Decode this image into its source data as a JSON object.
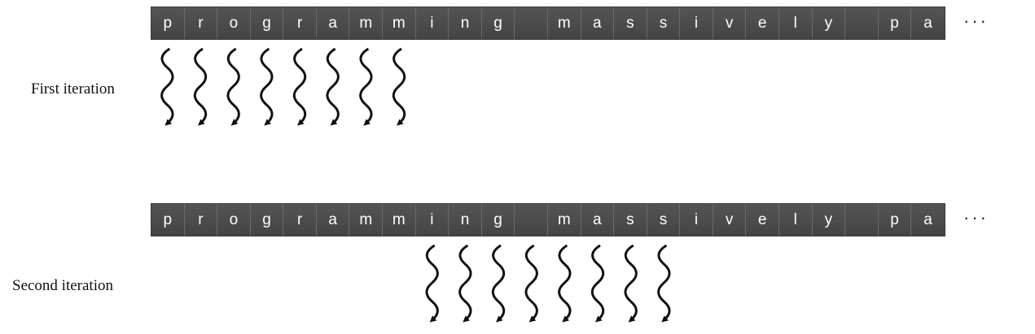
{
  "first_iteration": {
    "label": "First iteration",
    "cells": [
      "p",
      "r",
      "o",
      "g",
      "r",
      "a",
      "m",
      "m",
      "i",
      "n",
      "g",
      "",
      "m",
      "a",
      "s",
      "s",
      "i",
      "v",
      "e",
      "l",
      "y",
      "",
      "p",
      "a"
    ],
    "continuation": "···",
    "thread_count": 8,
    "thread_start_cell": 0
  },
  "second_iteration": {
    "label": "Second iteration",
    "cells": [
      "p",
      "r",
      "o",
      "g",
      "r",
      "a",
      "m",
      "m",
      "i",
      "n",
      "g",
      "",
      "m",
      "a",
      "s",
      "s",
      "i",
      "v",
      "e",
      "l",
      "y",
      "",
      "p",
      "a"
    ],
    "continuation": "···",
    "thread_count": 8,
    "thread_start_cell": 8
  },
  "icons": {
    "thread": "wavy-arrow-icon"
  }
}
